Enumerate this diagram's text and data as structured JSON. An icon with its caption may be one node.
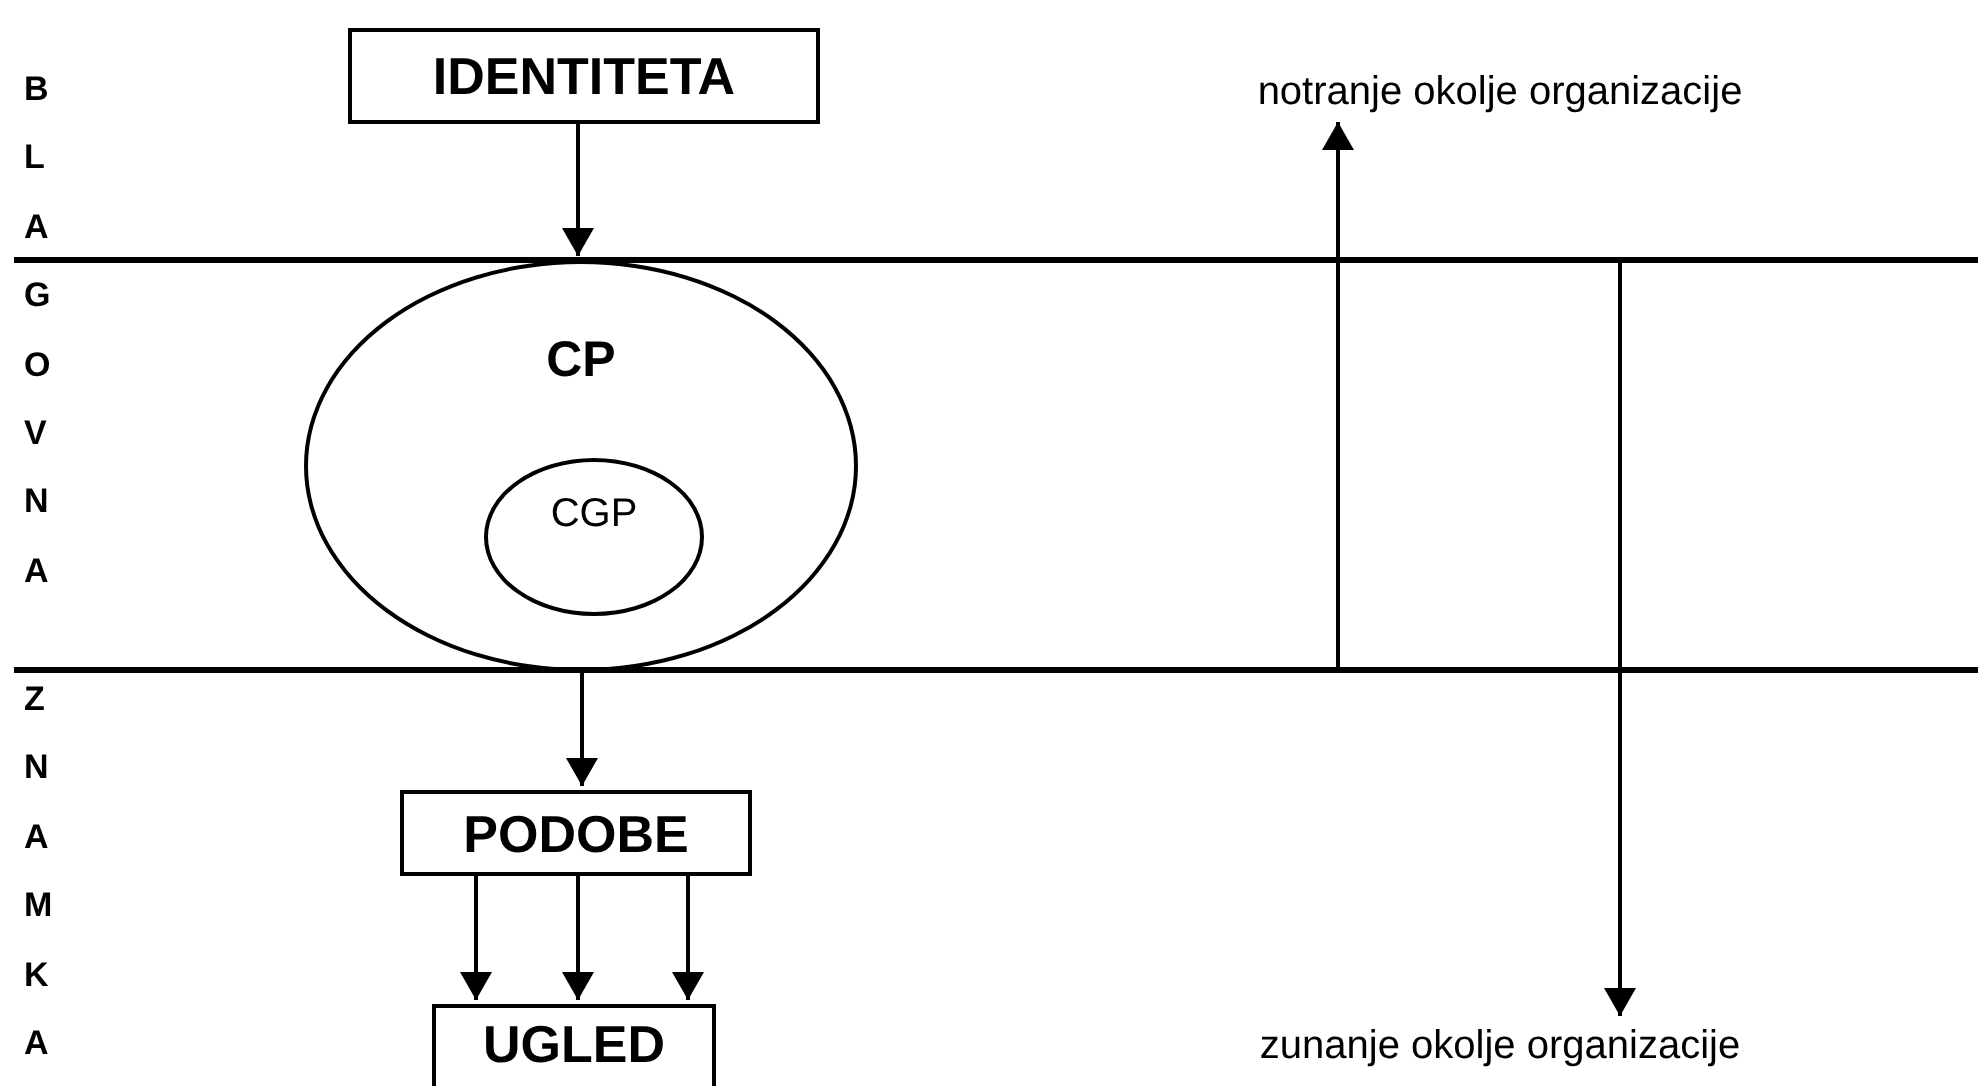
{
  "diagram": {
    "nodes": [
      {
        "text": [
          "IDENTITETA"
        ]
      },
      {
        "text": [
          "CP"
        ]
      },
      {
        "text": [
          "CGP"
        ],
        "in": 1
      },
      {
        "text": [
          "PODOBE"
        ]
      },
      {
        "text": [
          "UGLED"
        ]
      },
      {
        "text": [
          "notranje okolje organizacije"
        ]
      },
      {
        "text": [
          "zunanje okolje organizacije"
        ]
      }
    ],
    "edges": [
      {
        "from": 0,
        "to": 1,
        "arrow": "to"
      },
      {
        "from": 1,
        "to": 3,
        "arrow": "to"
      },
      {
        "from": 3,
        "to": 4,
        "arrow": "to"
      },
      {
        "from": 3,
        "to": 4,
        "arrow": "to"
      },
      {
        "from": 3,
        "to": 4,
        "arrow": "to"
      },
      {
        "from": null,
        "to": 5,
        "arrow": "to"
      },
      {
        "from": null,
        "to": 6,
        "arrow": "to"
      }
    ],
    "labels": [
      "BLAGOVNA",
      "ZNAMKA"
    ]
  }
}
